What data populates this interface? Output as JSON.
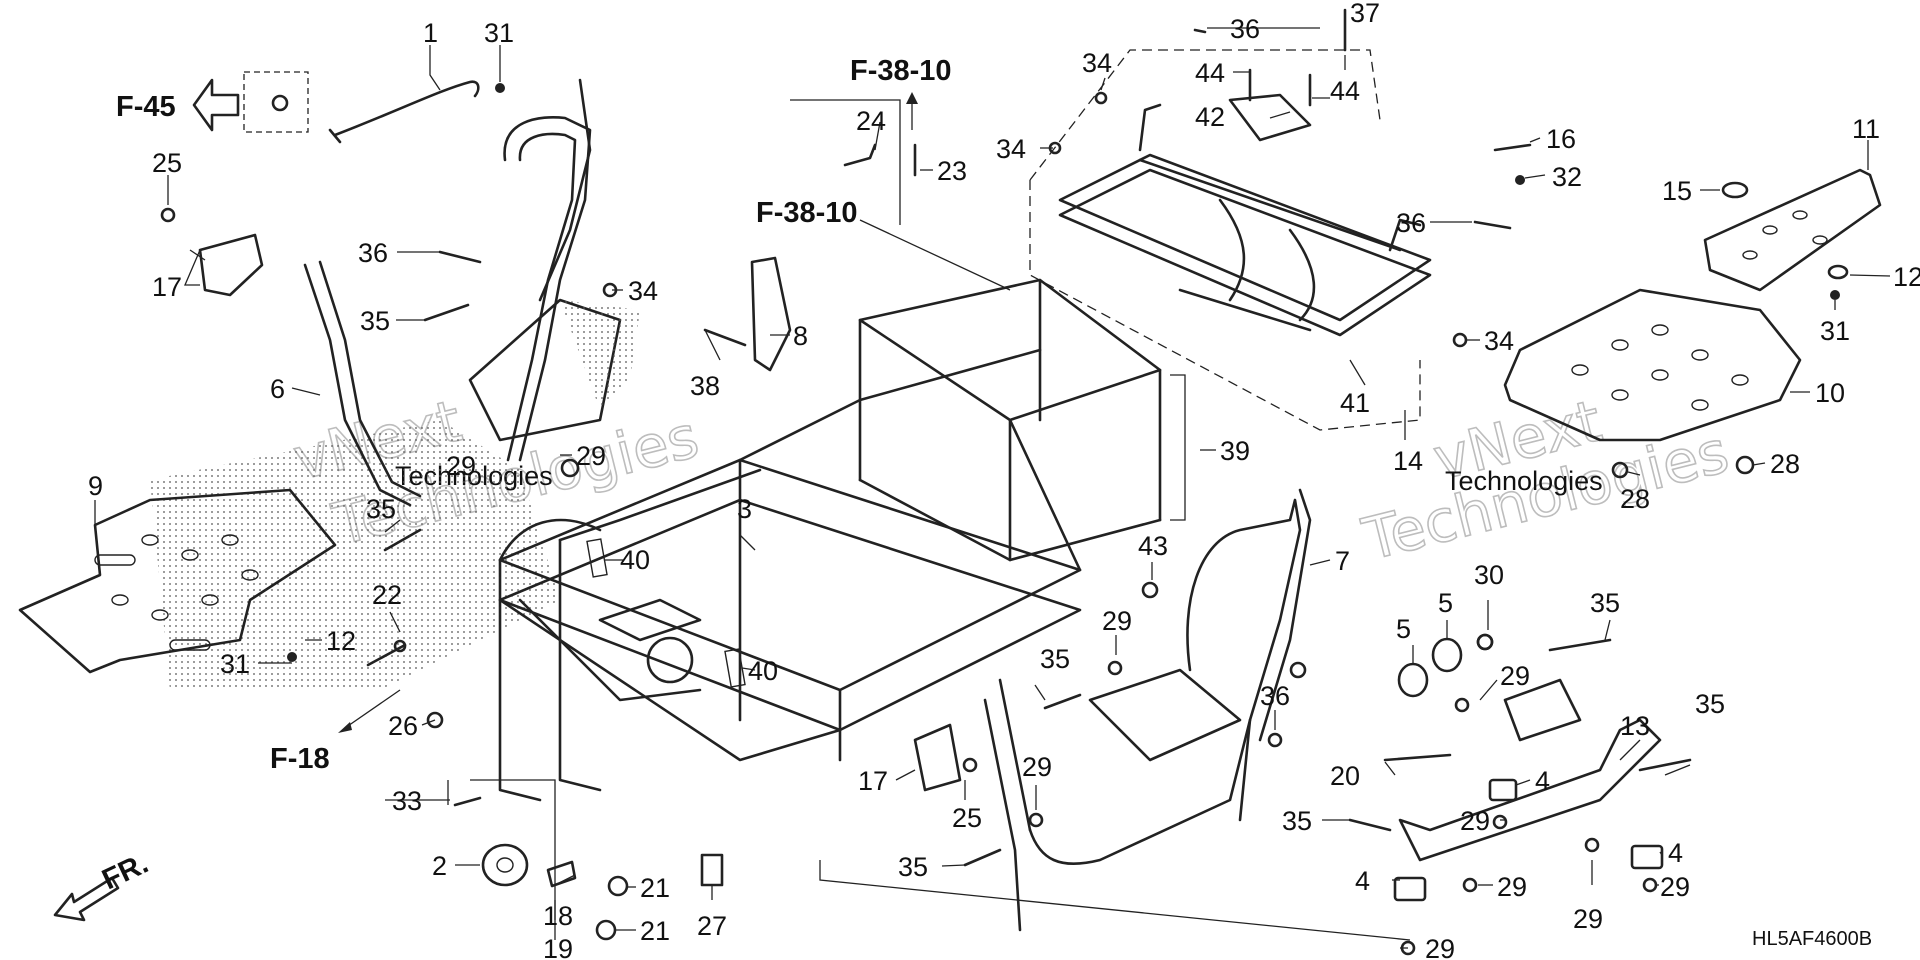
{
  "diagram_code": "HL5AF4600B",
  "direction_label": "FR.",
  "watermark": {
    "line1": "vNext",
    "line2": "Technologies"
  },
  "refs": {
    "f45": "F-45",
    "f38a": "F-38-10",
    "f38b": "F-38-10",
    "f18": "F-18"
  },
  "callouts": {
    "c1": "1",
    "c31a": "31",
    "c25a": "25",
    "c17a": "17",
    "c36a": "36",
    "c35a": "35",
    "c34a": "34",
    "c6": "6",
    "c38": "38",
    "c8": "8",
    "c24": "24",
    "c23": "23",
    "c29a": "29",
    "c29b": "29",
    "c35b": "35",
    "c9": "9",
    "c22": "22",
    "c12a": "12",
    "c31b": "31",
    "c26": "26",
    "c33": "33",
    "c2": "2",
    "c18": "18",
    "c19": "19",
    "c21a": "21",
    "c21b": "21",
    "c27": "27",
    "c3": "3",
    "c40a": "40",
    "c40b": "40",
    "c39": "39",
    "c17b": "17",
    "c25b": "25",
    "c29c": "29",
    "c35c": "35",
    "c35d": "35",
    "c29d": "29",
    "c43": "43",
    "c7": "7",
    "c36b": "36",
    "c36c": "36",
    "c37": "37",
    "c34b": "34",
    "c44a": "44",
    "c44b": "44",
    "c42": "42",
    "c34c": "34",
    "c16": "16",
    "c32": "32",
    "c36d": "36",
    "c34d": "34",
    "c41": "41",
    "c14": "14",
    "c11": "11",
    "c15": "15",
    "c12b": "12",
    "c31c": "31",
    "c10": "10",
    "c28a": "28",
    "c28b": "28",
    "c30": "30",
    "c5a": "5",
    "c5b": "5",
    "c35e": "35",
    "c29e": "29",
    "c20": "20",
    "c4a": "4",
    "c35f": "35",
    "c29f": "29",
    "c13": "13",
    "c35g": "35",
    "c4b": "4",
    "c4c": "4",
    "c29g": "29",
    "c29h": "29",
    "c29i": "29",
    "c29j": "29"
  }
}
